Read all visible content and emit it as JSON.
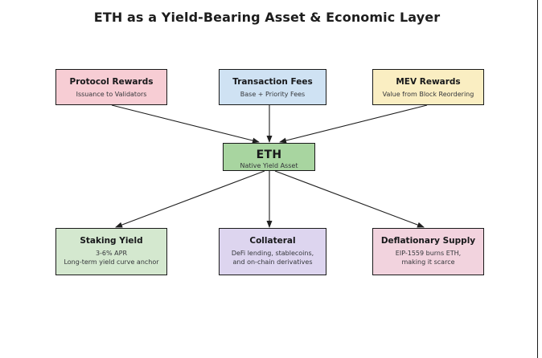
{
  "page": {
    "title": "ETH as a Yield-Bearing Asset & Economic Layer",
    "background_color": "#ffffff",
    "border_color": "#1a1a1a"
  },
  "nodes": {
    "protocol_rewards": {
      "title": "Protocol Rewards",
      "subtitle": "Issuance to Validators",
      "fill": "#f7cdd4"
    },
    "transaction_fees": {
      "title": "Transaction Fees",
      "subtitle": "Base + Priority Fees",
      "fill": "#cfe2f3"
    },
    "mev_rewards": {
      "title": "MEV Rewards",
      "subtitle": "Value from Block Reordering",
      "fill": "#faeec2"
    },
    "eth": {
      "title": "ETH",
      "subtitle": "Native Yield Asset",
      "fill": "#a8d5a0"
    },
    "staking_yield": {
      "title": "Staking Yield",
      "subtitle_line1": "3-6% APR",
      "subtitle_line2": "Long-term yield curve anchor",
      "fill": "#d4e8cf"
    },
    "collateral": {
      "title": "Collateral",
      "subtitle_line1": "DeFi lending, stablecoins,",
      "subtitle_line2": "and on-chain derivatives",
      "fill": "#ddd5ef"
    },
    "deflationary_supply": {
      "title": "Deflationary Supply",
      "subtitle_line1": "EIP-1559 burns ETH,",
      "subtitle_line2": "making it scarce",
      "fill": "#f2d3de"
    }
  },
  "edges": [
    {
      "from": "protocol_rewards",
      "to": "eth",
      "direction": "down"
    },
    {
      "from": "transaction_fees",
      "to": "eth",
      "direction": "down"
    },
    {
      "from": "mev_rewards",
      "to": "eth",
      "direction": "down"
    },
    {
      "from": "eth",
      "to": "staking_yield",
      "direction": "down"
    },
    {
      "from": "eth",
      "to": "collateral",
      "direction": "down"
    },
    {
      "from": "eth",
      "to": "deflationary_supply",
      "direction": "down"
    }
  ]
}
